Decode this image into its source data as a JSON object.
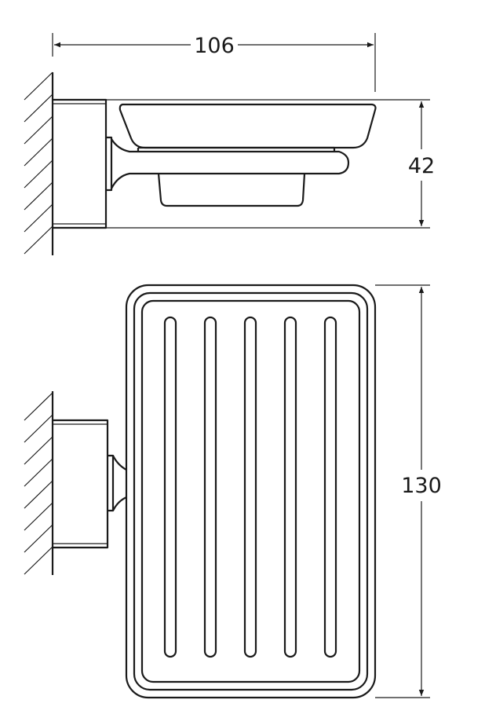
{
  "drawing": {
    "dimensions": {
      "width": "106",
      "height": "42",
      "length": "130"
    },
    "slot_count": 5,
    "line_color": "#1a1a1a"
  }
}
